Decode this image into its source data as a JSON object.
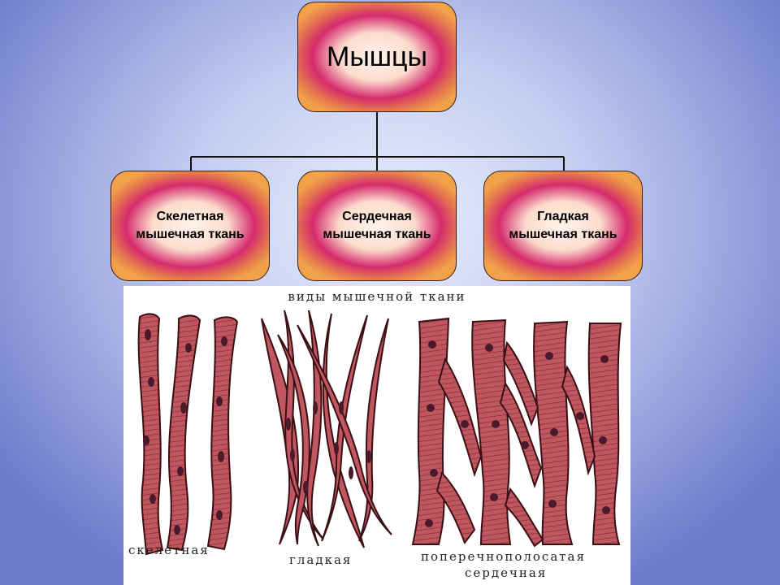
{
  "diagram": {
    "root": {
      "label": "Мышцы"
    },
    "children": [
      {
        "id": "skeletal",
        "label": "Скелетная\nмышечная ткань"
      },
      {
        "id": "cardiac",
        "label": "Сердечная\nмышечная ткань"
      },
      {
        "id": "smooth",
        "label": "Гладкая\nмышечная ткань"
      }
    ]
  },
  "illustration": {
    "title": "виды мышечной ткани",
    "labels": {
      "skeletal": "скелетная",
      "smooth": "гладкая",
      "cardiac_line1": "поперечнополосатая",
      "cardiac_line2": "сердечная"
    },
    "colors": {
      "fiber": "#c0565f",
      "fiber_outline": "#3a1014",
      "nucleus": "#4a1a2c",
      "striation": "#7a2a30"
    }
  },
  "colors": {
    "box_edge": "#d62b6d",
    "box_center": "#fff2ea",
    "box_glow": "#f1a14a"
  }
}
